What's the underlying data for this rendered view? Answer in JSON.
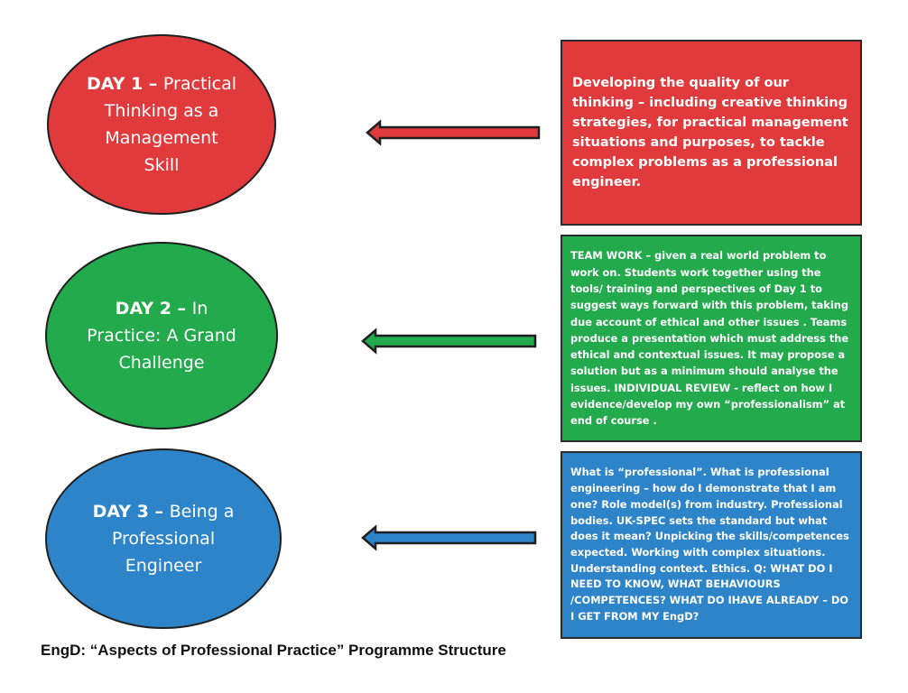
{
  "colors": {
    "red": "#e03a3c",
    "green": "#22aa4c",
    "blue": "#2d84c9",
    "outline": "#1f1f1f"
  },
  "days": [
    {
      "day_label": "DAY 1 –",
      "title_lines": [
        "Practical",
        "Thinking as a",
        "Management",
        "Skill"
      ],
      "arrow_icon": "left-arrow",
      "description": "Developing the quality of our thinking – including creative thinking strategies, for practical management situations and purposes, to tackle complex problems as a professional engineer."
    },
    {
      "day_label": "DAY 2 –",
      "title_lines": [
        "In",
        "Practice: A Grand",
        "Challenge"
      ],
      "arrow_icon": "left-arrow",
      "description": "TEAM WORK – given a real world problem to work on. Students work together using the tools/ training and perspectives of Day 1 to suggest ways forward with this problem, taking due account of ethical and other issues . Teams produce a presentation which must address the ethical and contextual issues. It may propose a solution but as a minimum should analyse the issues. INDIVIDUAL REVIEW - reflect on how I evidence/develop my own “professionalism” at end of course ."
    },
    {
      "day_label": "DAY 3 –",
      "title_lines": [
        "Being a",
        "Professional",
        "Engineer"
      ],
      "arrow_icon": "left-arrow",
      "description": "What is “professional”.  What is professional engineering – how do I demonstrate that I am one? Role model(s) from industry. Professional bodies. UK-SPEC sets the standard but  what does it mean? Unpicking the skills/competences expected. Working with complex situations. Understanding context. Ethics. Q: WHAT DO I NEED TO KNOW, WHAT BEHAVIOURS /COMPETENCES? WHAT DO IHAVE ALREADY –  DO I GET FROM MY EngD?"
    }
  ],
  "caption": "EngD: “Aspects of Professional Practice”  Programme Structure"
}
